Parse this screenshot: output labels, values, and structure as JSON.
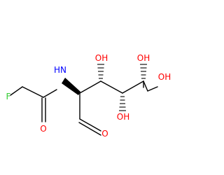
{
  "colors": {
    "bond": "#000000",
    "carbon": "#000000",
    "oxygen": "#ff0000",
    "nitrogen": "#0000ff",
    "fluorine": "#33cc33"
  },
  "atoms": {
    "fluorine": {
      "label": "F",
      "color": "#33cc33"
    },
    "nitrogen_h": {
      "label": "HN",
      "color": "#0000ff"
    },
    "carbonyl_oxygen_amide": {
      "label": "O",
      "color": "#ff0000"
    },
    "aldehyde_oxygen": {
      "label": "O",
      "color": "#ff0000"
    },
    "hydroxyl_c3": {
      "label": "OH",
      "color": "#ff0000"
    },
    "hydroxyl_c4": {
      "label": "OH",
      "color": "#ff0000"
    },
    "hydroxyl_c5": {
      "label": "OH",
      "color": "#ff0000"
    },
    "hydroxyl_c6": {
      "label": "OH",
      "color": "#ff0000"
    }
  }
}
